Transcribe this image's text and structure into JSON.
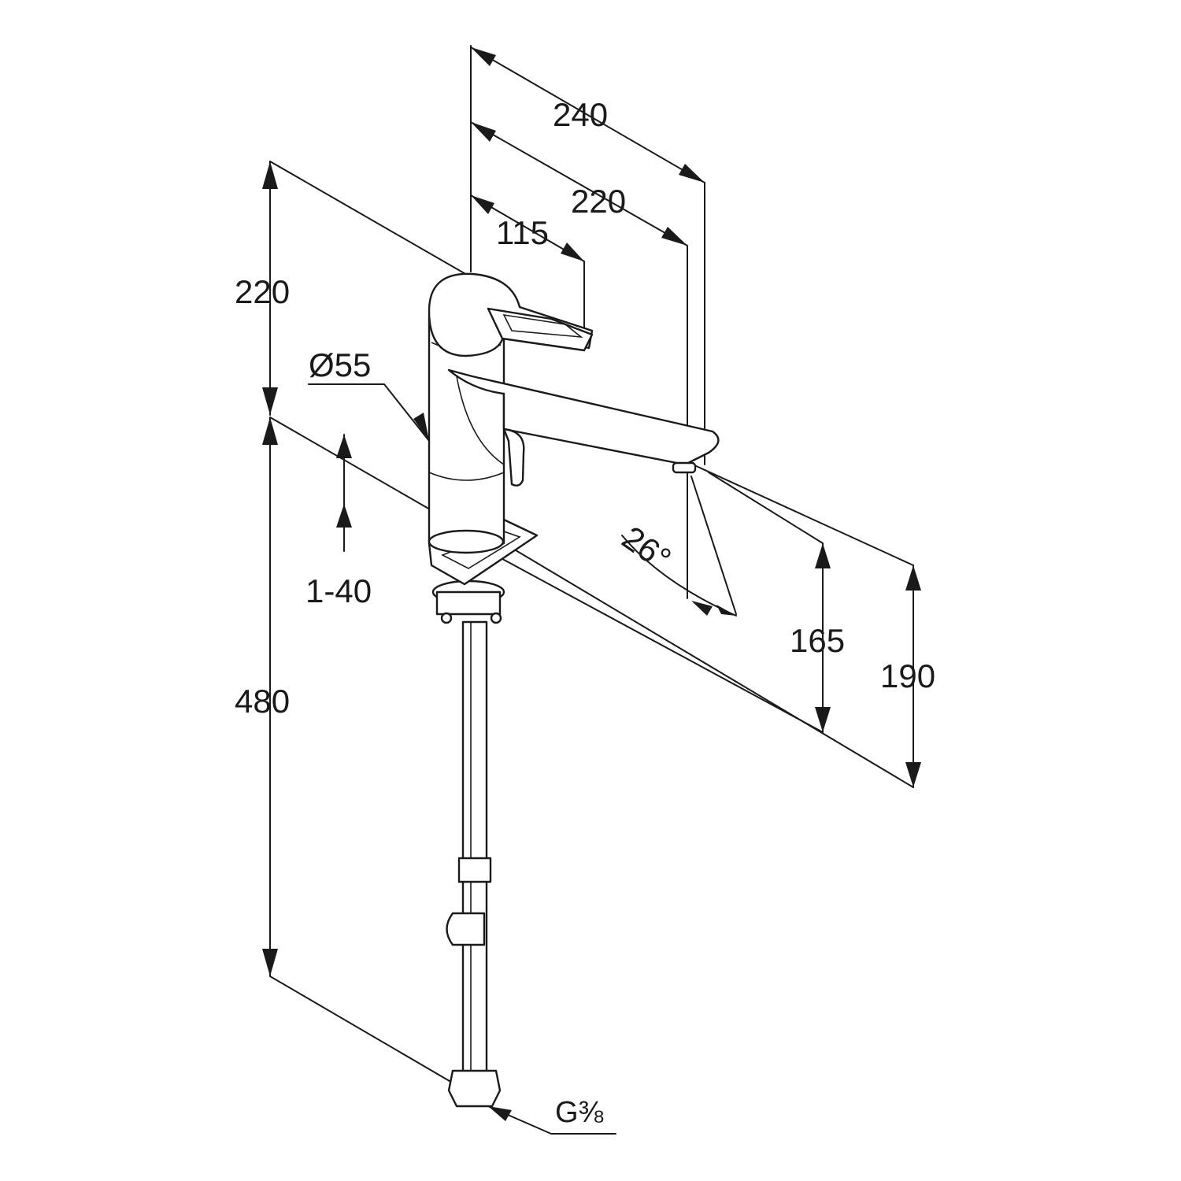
{
  "dimensions": {
    "d240": "240",
    "d220_top": "220",
    "d115": "115",
    "d220_left": "220",
    "diameter": "Ø55",
    "range": "1-40",
    "d480": "480",
    "angle": "26°",
    "d165": "165",
    "d190": "190",
    "thread": "G⅜"
  }
}
